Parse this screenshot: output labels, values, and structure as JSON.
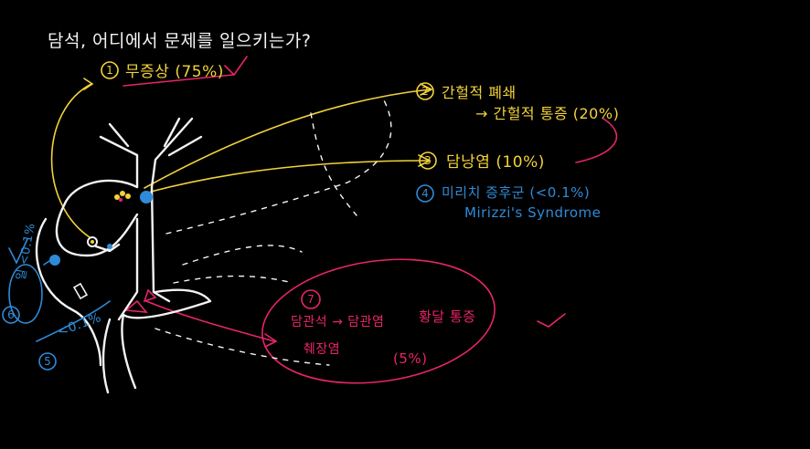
{
  "colors": {
    "background": "#000000",
    "white": "#f4f4f4",
    "yellow": "#f2d23a",
    "blue": "#2f8bd8",
    "pink": "#e8246a"
  },
  "title": "담석, 어디에서 문제를 일으키는가?",
  "annotations": {
    "item1": {
      "number": "1",
      "text": "무증상 (75%)"
    },
    "item2": {
      "number": "2",
      "text": "간헐적 폐쇄",
      "sub": "→ 간헐적 통증 (20%)"
    },
    "item3": {
      "number": "3",
      "text": "담낭염 (10%)"
    },
    "item4": {
      "number": "4",
      "text": "미리치 증후군 (<0.1%)",
      "sub": "Mirizzi's Syndrome"
    },
    "item5": {
      "number": "5",
      "text": "<0.1%"
    },
    "item6": {
      "number": "6",
      "text": "일 <0.1%"
    },
    "item7": {
      "number": "7",
      "line1": "담관석 → 담관염",
      "line2": "췌장염",
      "pct": "(5%)",
      "right": "황달 통증"
    }
  }
}
